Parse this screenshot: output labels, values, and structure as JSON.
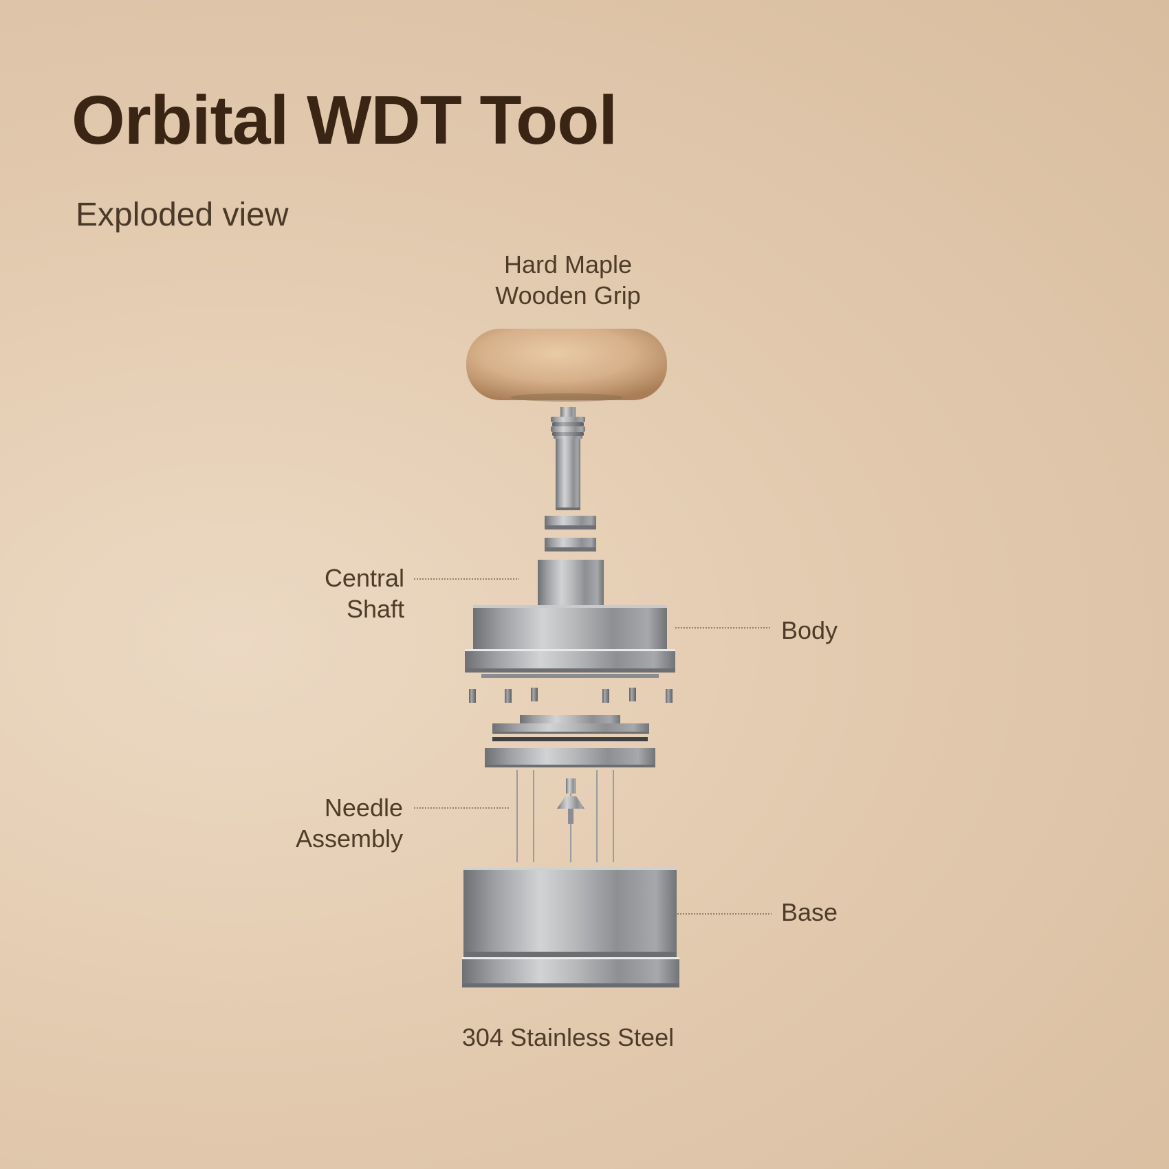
{
  "header": {
    "title": "Orbital WDT Tool",
    "subtitle": "Exploded view"
  },
  "labels": {
    "grip": {
      "line1": "Hard Maple",
      "line2": "Wooden Grip"
    },
    "shaft": {
      "line1": "Central",
      "line2": "Shaft"
    },
    "body": "Body",
    "needle": {
      "line1": "Needle",
      "line2": "Assembly"
    },
    "base": "Base",
    "material": "304 Stainless Steel"
  },
  "colors": {
    "title": "#3a2514",
    "label": "#4e3b29",
    "leader": "#7a6452",
    "wood": "#d8b48e",
    "steel": "#a9aaac"
  }
}
